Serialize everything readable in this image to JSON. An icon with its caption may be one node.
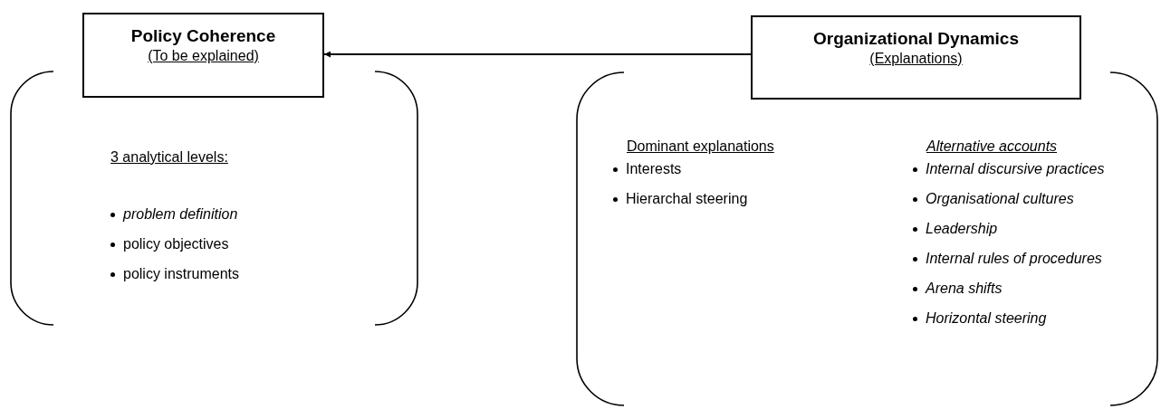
{
  "diagram": {
    "nodes": [
      {
        "text": [
          "Policy Coherence",
          "(To be explained)"
        ]
      },
      {
        "text": [
          "Organizational Dynamics",
          "(Explanations)"
        ]
      },
      {
        "text": [
          "3 analytical levels:",
          "problem definition",
          "policy objectives",
          "policy instruments"
        ]
      },
      {
        "text": [
          "Dominant explanations",
          "Interests",
          "Hierarchal steering",
          "Alternative accounts",
          "Internal discursive practices",
          "Organisational cultures",
          "Leadership",
          "Internal rules of procedures",
          "Arena shifts",
          "Horizontal steering"
        ]
      }
    ],
    "edges": [
      {
        "from": 1,
        "to": 0,
        "arrow": "to"
      }
    ]
  }
}
